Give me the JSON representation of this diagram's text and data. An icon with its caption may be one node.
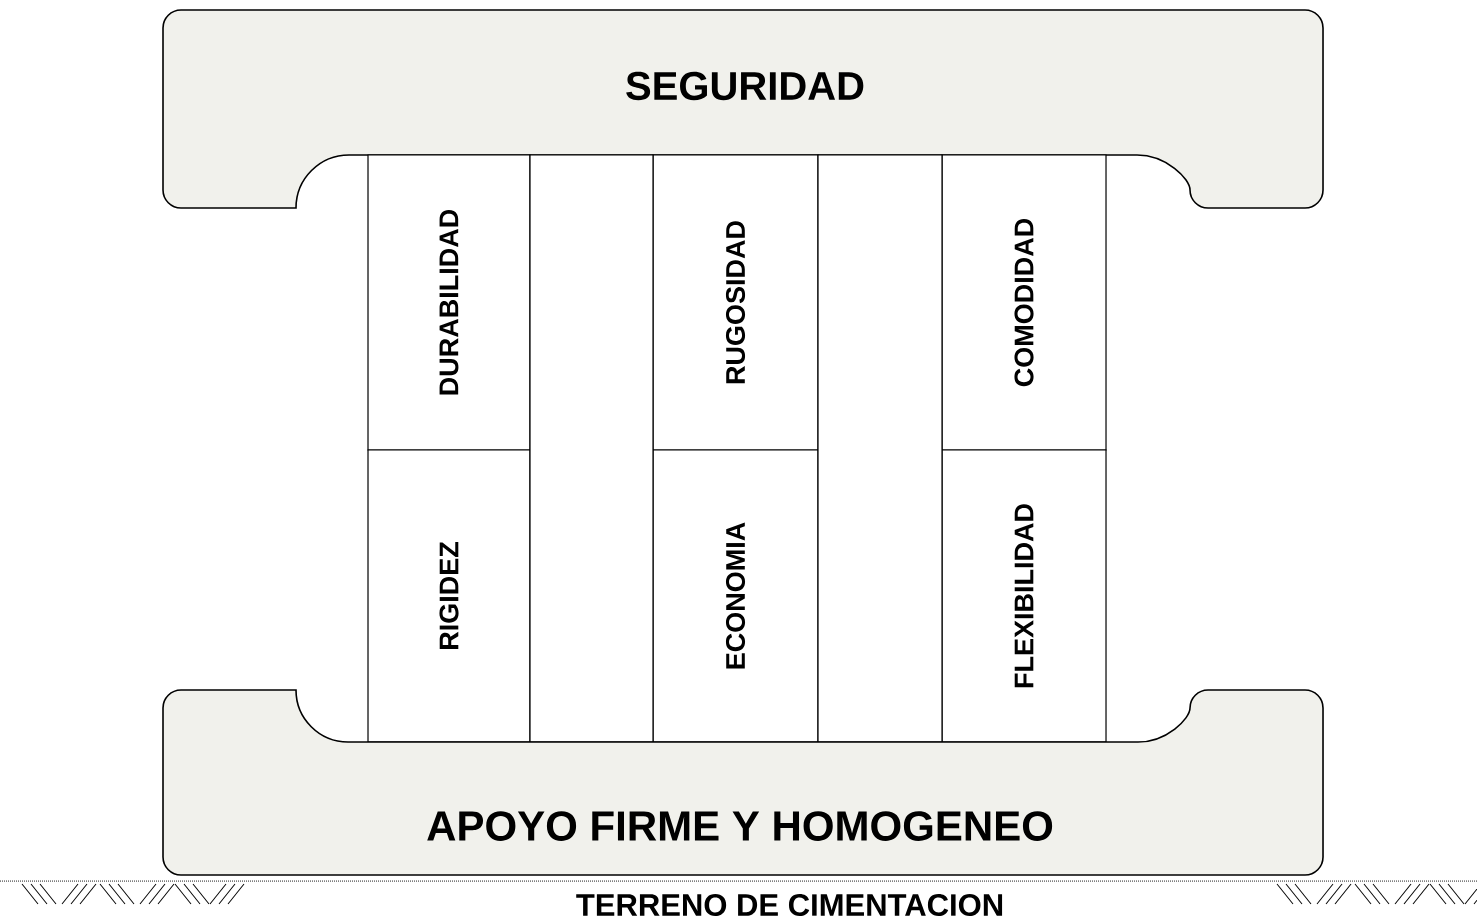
{
  "diagram": {
    "nodes": [
      {
        "text": [
          "SEGURIDAD"
        ]
      },
      {
        "text": [
          "DURABILIDAD"
        ]
      },
      {
        "text": [
          "RUGOSIDAD"
        ]
      },
      {
        "text": [
          "COMODIDAD"
        ]
      },
      {
        "text": [
          "RIGIDEZ"
        ]
      },
      {
        "text": [
          "ECONOMIA"
        ]
      },
      {
        "text": [
          "FLEXIBILIDAD"
        ]
      },
      {
        "text": [],
        "shape": "box"
      },
      {
        "text": [],
        "shape": "box"
      },
      {
        "text": [
          "APOYO FIRME Y HOMOGENEO"
        ]
      }
    ],
    "labels": [
      "TERRENO DE CIMENTACION"
    ]
  }
}
